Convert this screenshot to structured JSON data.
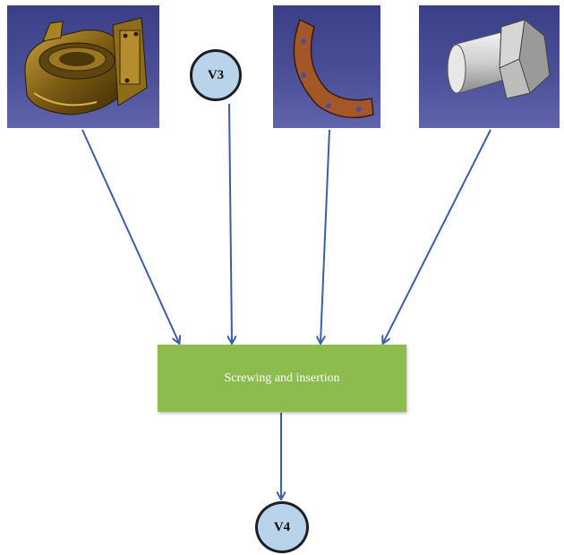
{
  "nodes": {
    "v3": "V3",
    "v4": "V4"
  },
  "process": {
    "label": "Screwing and insertion"
  },
  "parts": [
    "pump-housing-part",
    "gasket-part",
    "bolt-part"
  ],
  "colors": {
    "panel": "#3f448c",
    "node_fill": "#b9d3ea",
    "process_fill": "#8dbb4e",
    "arrow": "#3a5ea8"
  }
}
